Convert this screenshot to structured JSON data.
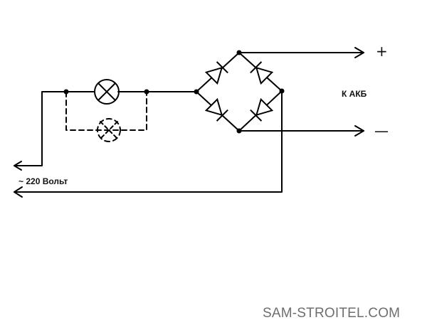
{
  "diagram": {
    "labels": {
      "plus": "+",
      "minus": "—",
      "battery": "К АКБ",
      "ac_symbol": "~",
      "voltage": "220 Вольт"
    },
    "components": {
      "lamp": "lamp",
      "optional_lamp": "dashed lamp",
      "bridge": "diode bridge of 4 diodes"
    },
    "colors": {
      "line": "#000000",
      "text": "#111111",
      "watermark": "#6e6e6e"
    }
  },
  "watermark": "SAM-STROITEL.COM"
}
